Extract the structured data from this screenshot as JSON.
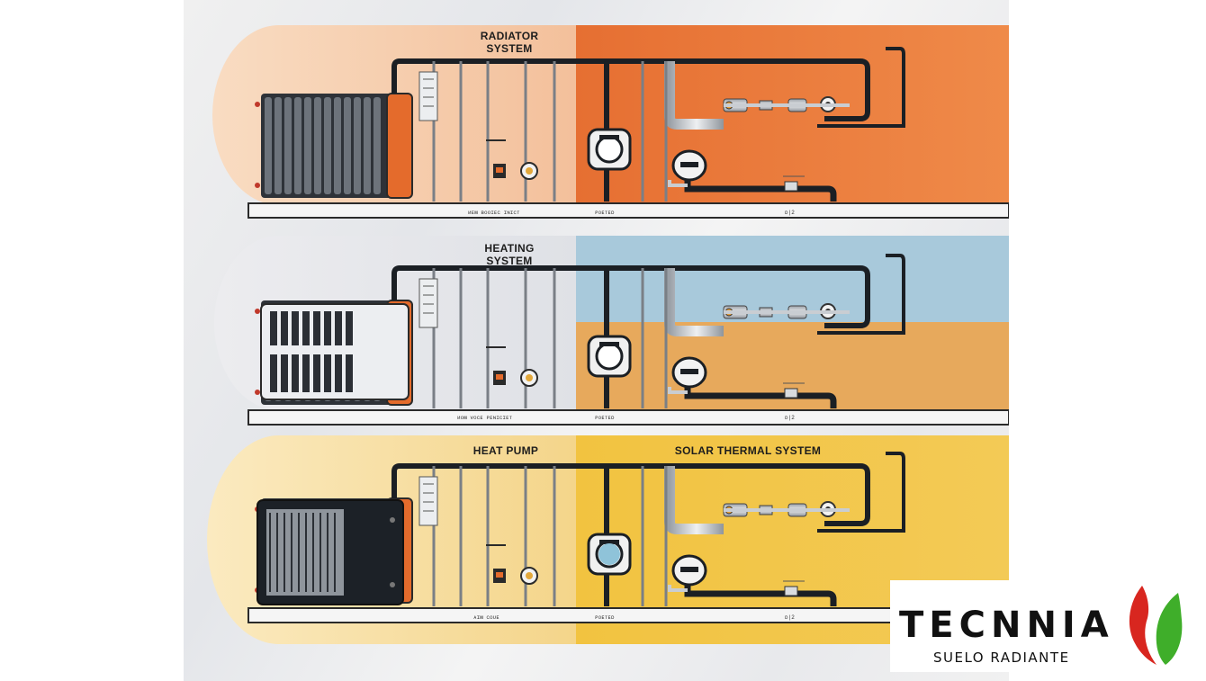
{
  "panels": [
    {
      "title_lines": [
        "RADIATOR",
        "SYSTEM"
      ],
      "right_title": "",
      "footer_left": "ᴎᴇᴍ ʙᴏᴏɪᴇᴄ ɪɴɪᴄᴛ",
      "footer_mid": "ᴘᴏᴇᴛᴇᴅ",
      "footer_right": "ᴅ|2"
    },
    {
      "title_lines": [
        "HEATING",
        "SYSTEM"
      ],
      "right_title": "",
      "footer_left": "ᴎᴏᴍ ᴠᴏᴄᴇ ᴘᴇɴɪᴄɪᴇᴛ",
      "footer_mid": "ᴘᴏᴇᴛᴇᴅ",
      "footer_right": "ᴅ|2"
    },
    {
      "title_lines": [
        "HEAT PUMP"
      ],
      "right_title": "SOLAR THERMAL SYSTEM",
      "footer_left": "ᴀɪᴍ ᴄᴏᴜᴇ",
      "footer_mid": "ᴘᴏᴇᴛᴇᴅ",
      "footer_right": "ᴅ|2"
    }
  ],
  "logo": {
    "brand": "TECNNIA",
    "tagline": "SUELO RADIANTE",
    "colors": {
      "flame_red": "#d8261f",
      "flame_green": "#3fae2a"
    }
  },
  "colors": {
    "band1_left": "#f6c8a3",
    "band1_right": "#e8793b",
    "band2_left": "#e3e5ea",
    "band2_right_top": "#a9cadc",
    "band2_right_bottom": "#e6a85a",
    "band3_left": "#f6dc98",
    "band3_right": "#f0c446",
    "pipe": "#1b1f24",
    "metal": "#c9cdd2"
  }
}
